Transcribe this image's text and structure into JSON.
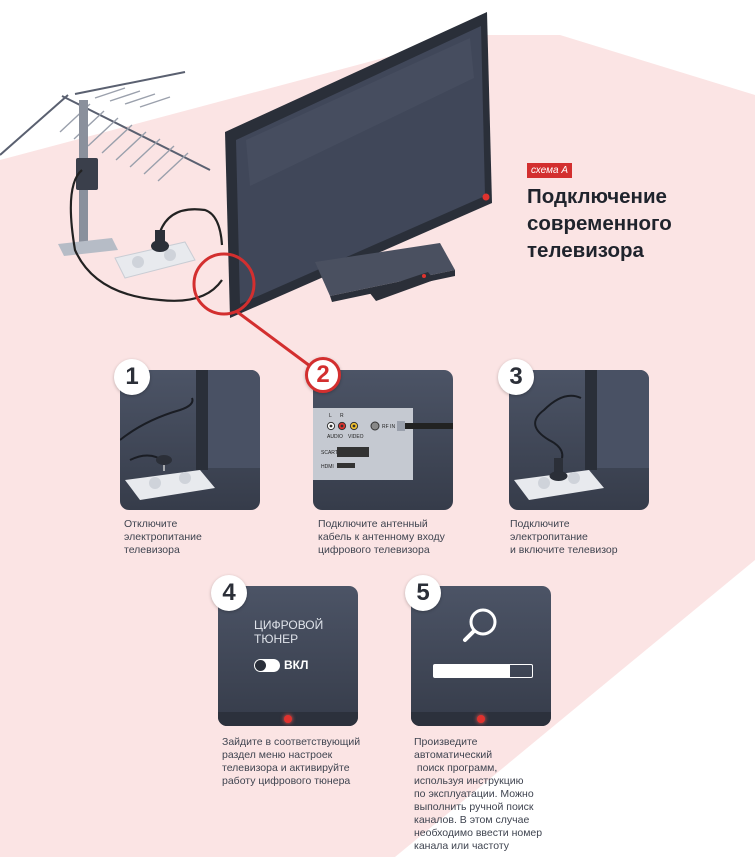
{
  "header": {
    "tag": "схема А",
    "title_lines": [
      "Подключение",
      "современного",
      "телевизора"
    ]
  },
  "steps": [
    {
      "number": "1",
      "caption_lines": [
        "Отключите",
        "электропитание",
        "телевизора"
      ]
    },
    {
      "number": "2",
      "caption_lines": [
        "Подключите антенный",
        "кабель к антенному входу",
        "цифрового телевизора"
      ]
    },
    {
      "number": "3",
      "caption_lines": [
        "Подключите",
        "электропитание",
        "и включите телевизор"
      ]
    },
    {
      "number": "4",
      "caption_lines": [
        "Зайдите в соответствующий",
        "раздел меню настроек",
        "телевизора и активируйте",
        "работу цифрового тюнера"
      ],
      "screen_label_lines": [
        "ЦИФРОВОЙ",
        "ТЮНЕР"
      ],
      "toggle_label": "ВКЛ"
    },
    {
      "number": "5",
      "caption_lines": [
        "Произведите",
        "автоматический",
        " поиск программ,",
        "используя инструкцию",
        "по эксплуатации. Можно",
        "выполнить ручной поиск",
        "каналов. В этом случае",
        "необходимо ввести номер",
        "канала или частоту"
      ],
      "progress": 0.78
    }
  ],
  "ports": {
    "labels": [
      "L",
      "R",
      "AUDIO",
      "VIDEO",
      "RF IN",
      "SCART",
      "HDMI"
    ]
  },
  "colors": {
    "accent": "#d32f2f",
    "panel": "#424959",
    "bg_shape": "#fbe3e3",
    "text": "#3f4450"
  }
}
